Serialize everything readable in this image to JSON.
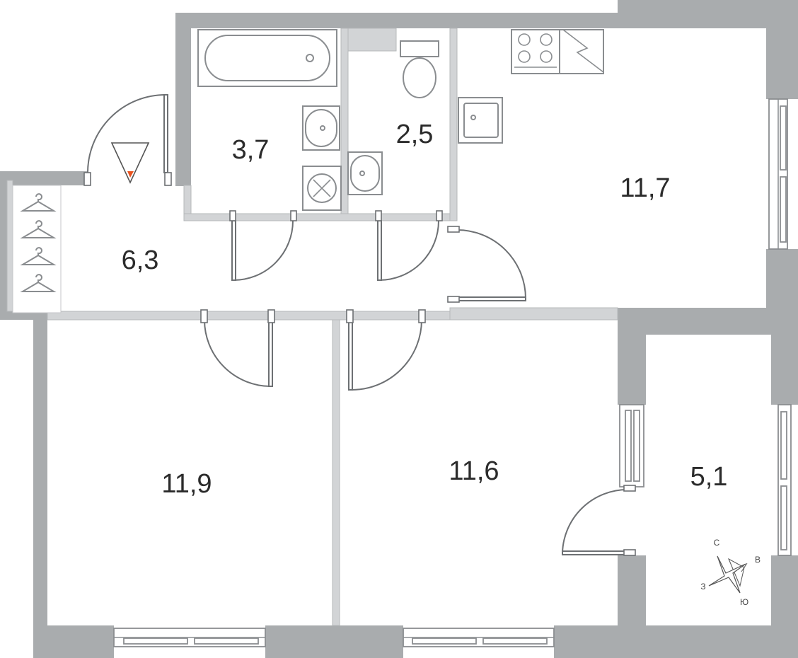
{
  "floor_plan": {
    "rooms": [
      {
        "id": "bathroom",
        "area": "3,7"
      },
      {
        "id": "toilet",
        "area": "2,5"
      },
      {
        "id": "kitchen",
        "area": "11,7"
      },
      {
        "id": "hallway",
        "area": "6,3"
      },
      {
        "id": "bedroom",
        "area": "11,9"
      },
      {
        "id": "living-room",
        "area": "11,6"
      },
      {
        "id": "balcony",
        "area": "5,1"
      }
    ],
    "compass": {
      "north": "С",
      "east": "В",
      "south": "Ю",
      "west": "З"
    },
    "entrance_marker_color": "#e8531f",
    "wall_color": "#a9acae",
    "partition_color": "#d2d4d6"
  }
}
